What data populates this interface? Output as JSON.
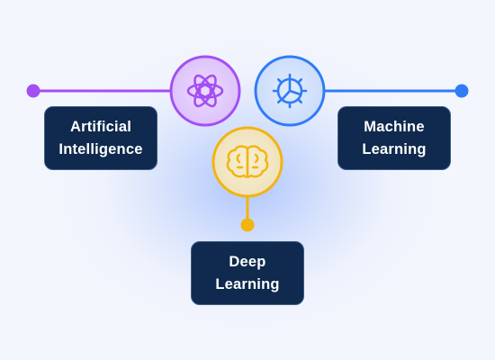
{
  "nodes": {
    "ai": {
      "label": "Artificial\nIntelligence",
      "icon": "openai-knot-icon",
      "color": "#a44ef5"
    },
    "ml": {
      "label": "Machine\nLearning",
      "icon": "gear-chart-icon",
      "color": "#2f7cf6"
    },
    "dl": {
      "label": "Deep\nLearning",
      "icon": "brain-icon",
      "color": "#f2b40e"
    }
  }
}
